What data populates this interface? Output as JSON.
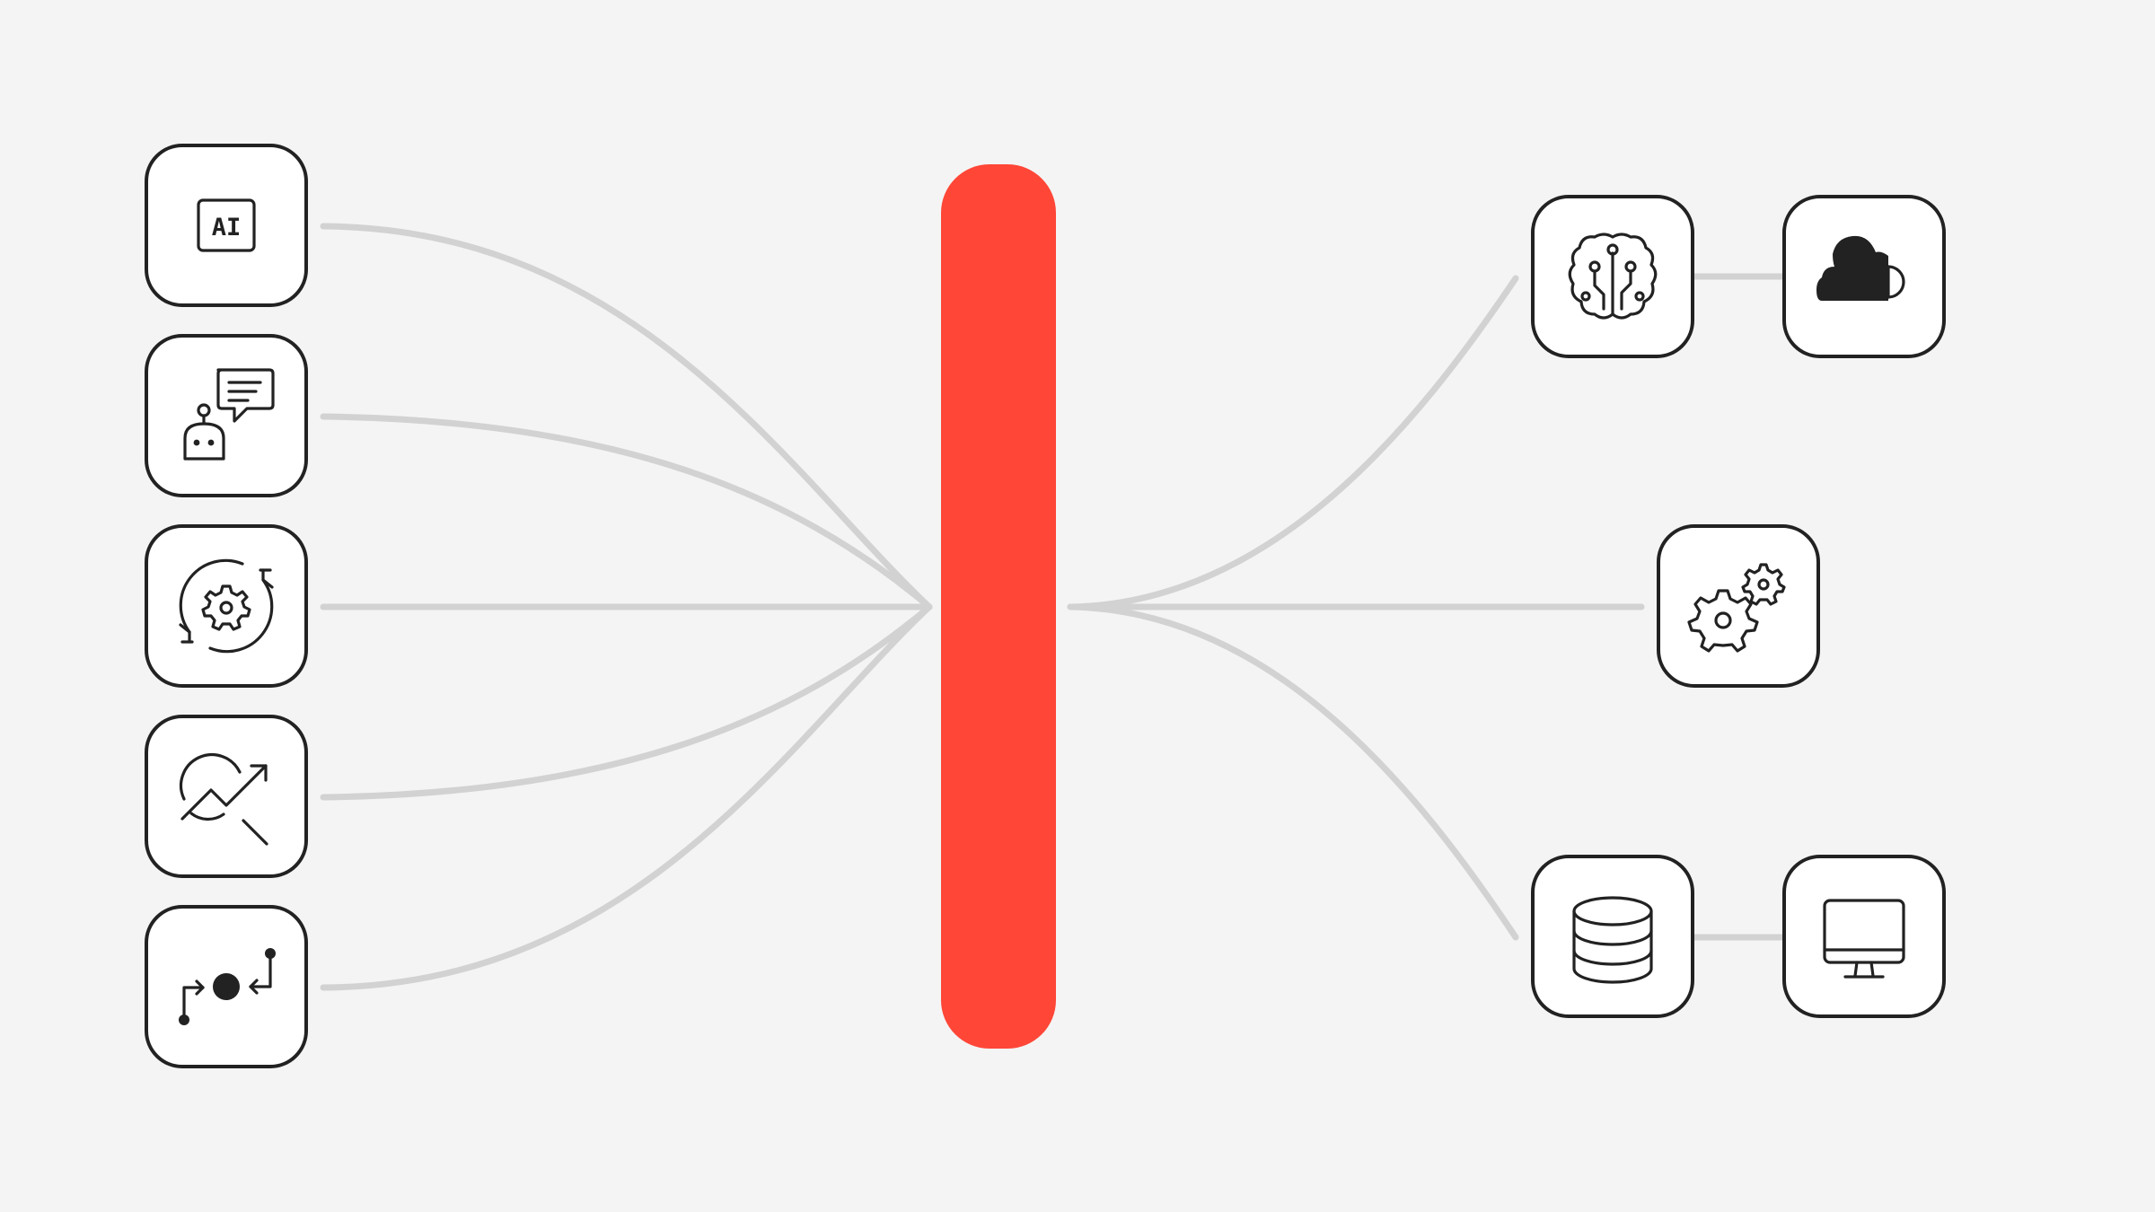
{
  "diagram": {
    "colors": {
      "background": "#f4f4f4",
      "hub": "#ff4637",
      "connector": "#d2d2d2",
      "tile_border": "#222222",
      "tile_fill": "#ffffff",
      "icon": "#222222"
    },
    "hub": {
      "shape": "rounded-bar"
    },
    "inputs": [
      {
        "id": "ai-chip",
        "icon": "ai-chip-icon",
        "label": "AI"
      },
      {
        "id": "chatbot",
        "icon": "chatbot-icon"
      },
      {
        "id": "automation-cycle",
        "icon": "gear-cycle-icon"
      },
      {
        "id": "trend-analysis",
        "icon": "trend-analysis-icon"
      },
      {
        "id": "workflow-routing",
        "icon": "workflow-routing-icon"
      }
    ],
    "outputs": [
      {
        "id": "ai-brain",
        "icon": "circuit-brain-icon",
        "linked": {
          "id": "cloud",
          "icon": "cloud-icon"
        }
      },
      {
        "id": "processing",
        "icon": "gears-icon"
      },
      {
        "id": "database",
        "icon": "database-icon",
        "linked": {
          "id": "monitor",
          "icon": "monitor-icon"
        }
      }
    ]
  }
}
